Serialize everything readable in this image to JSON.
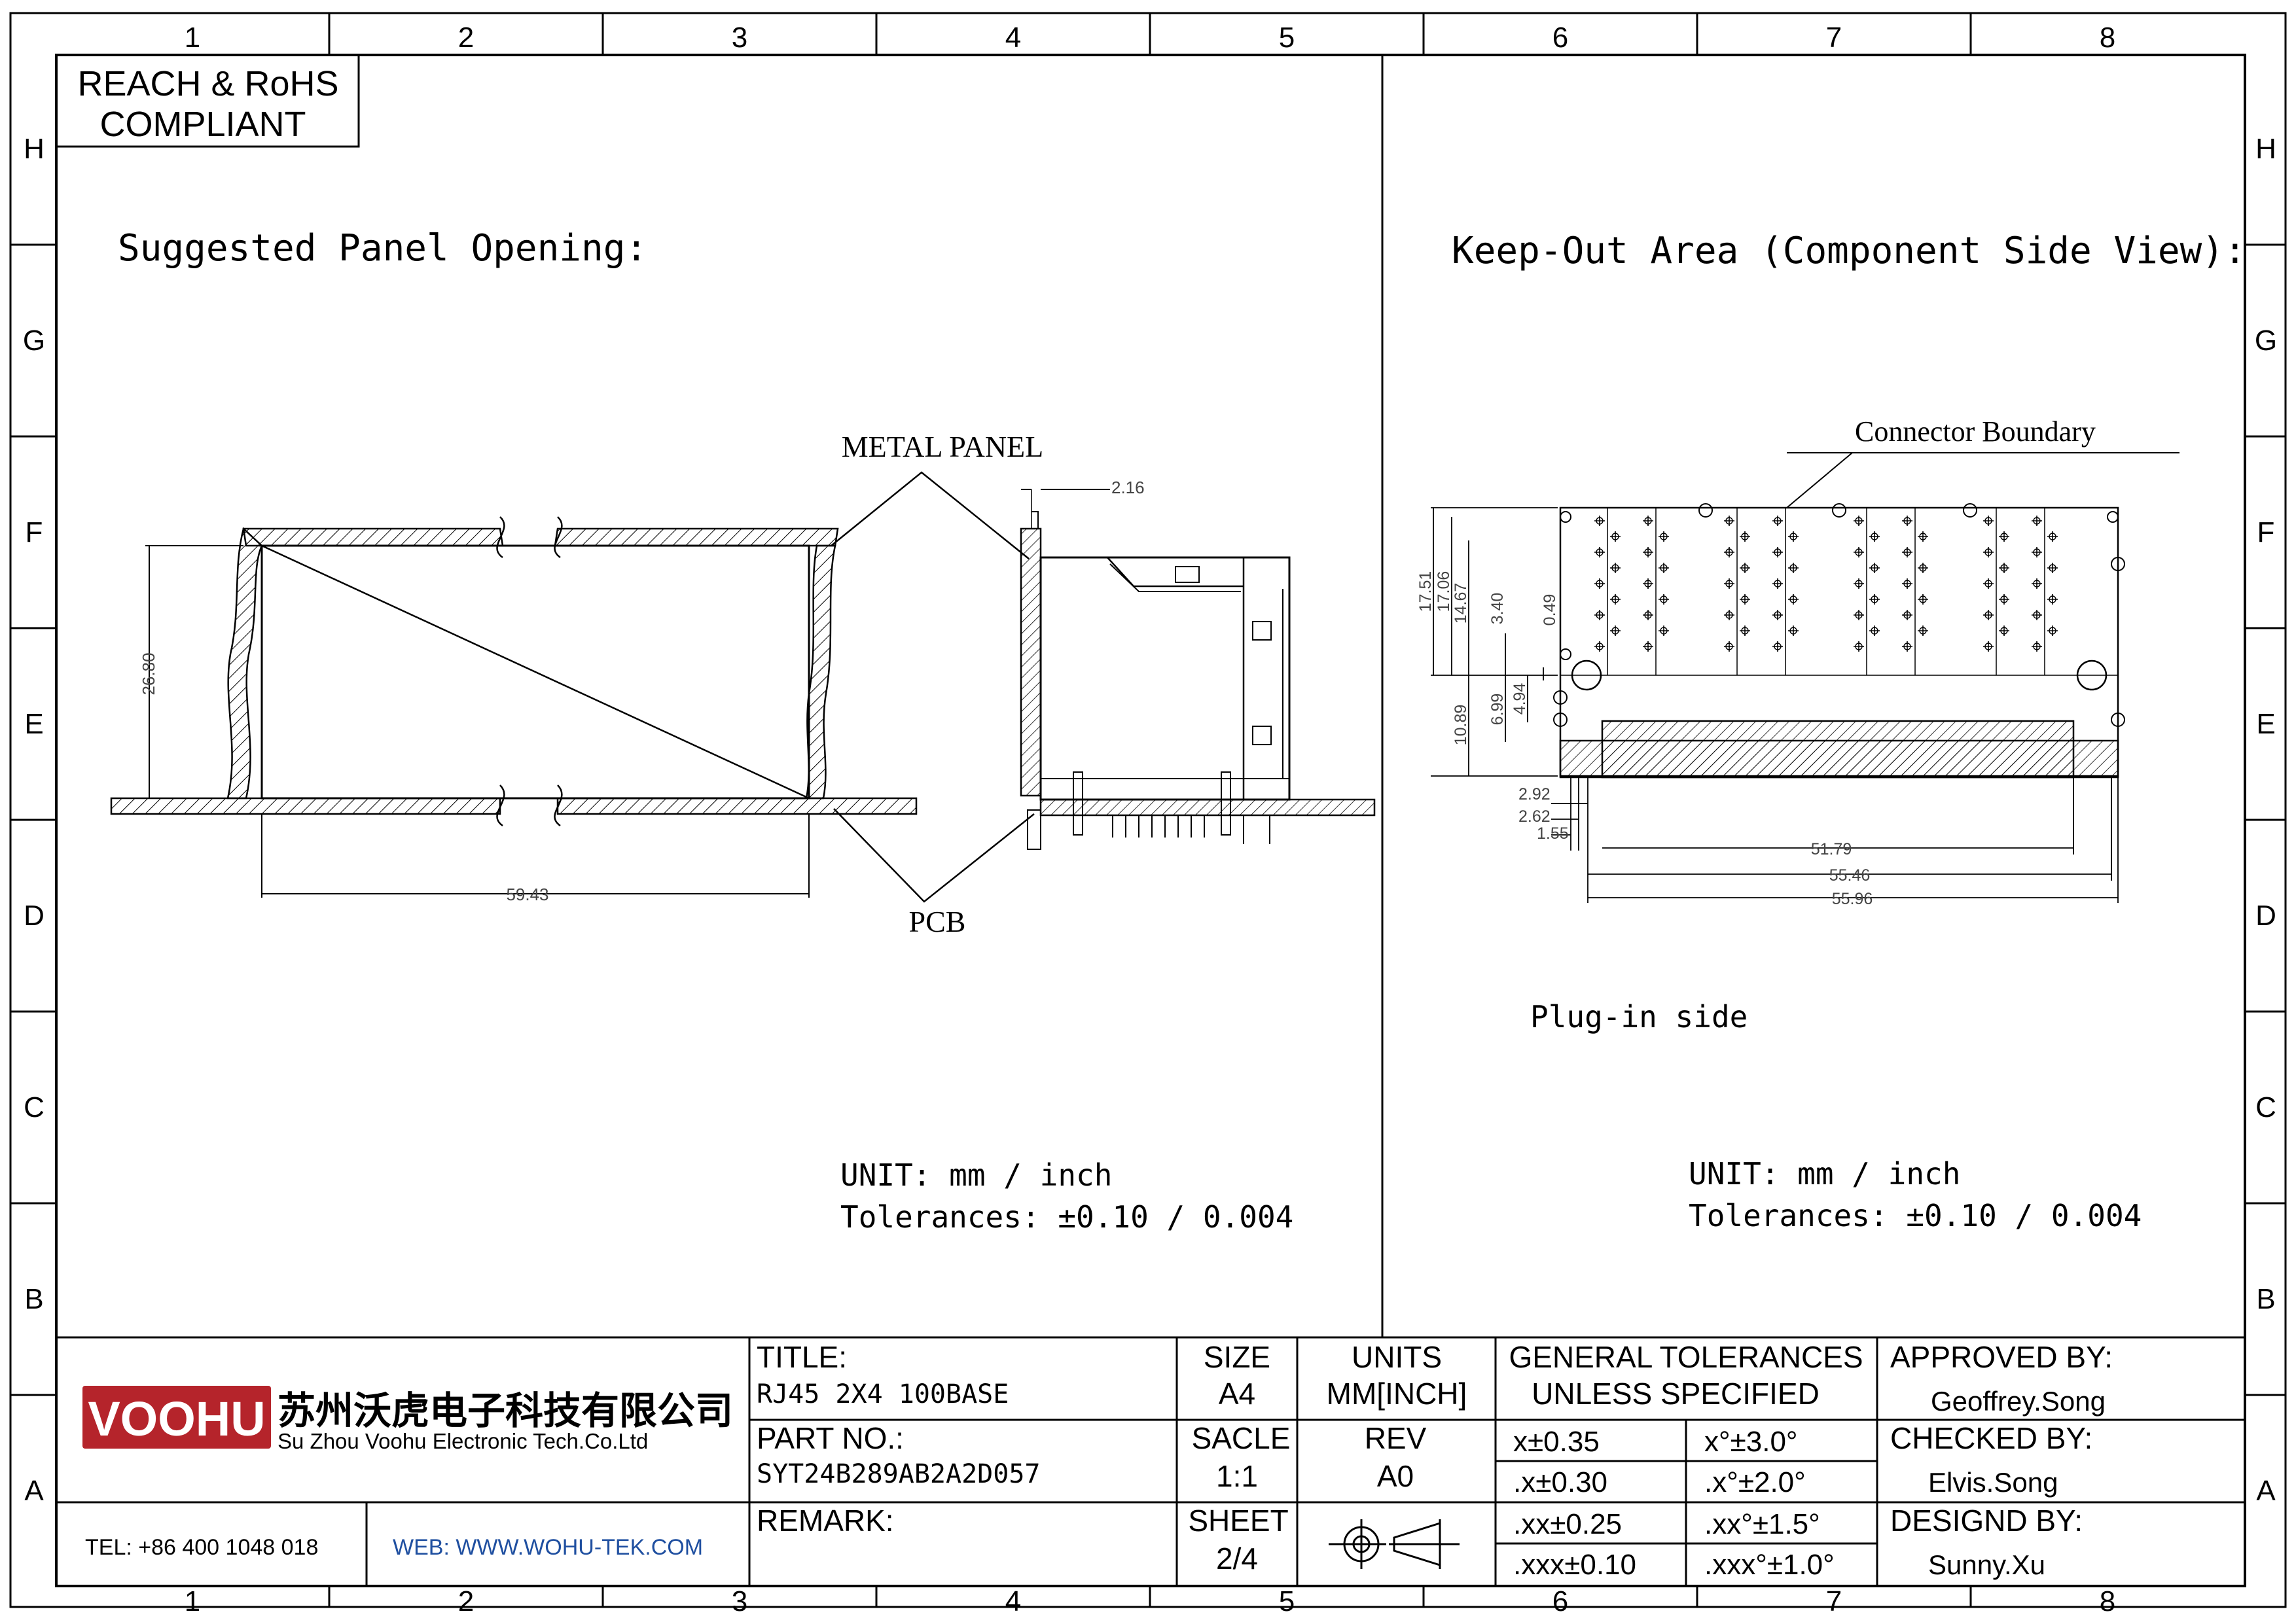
{
  "grid": {
    "columns": [
      "1",
      "2",
      "3",
      "4",
      "5",
      "6",
      "7",
      "8"
    ],
    "rows": [
      "H",
      "G",
      "F",
      "E",
      "D",
      "C",
      "B",
      "A"
    ]
  },
  "compliance": {
    "line1": "REACH & RoHS",
    "line2": "COMPLIANT"
  },
  "left_view": {
    "heading": "Suggested Panel Opening:",
    "metal_panel_label": "METAL PANEL",
    "pcb_label": "PCB",
    "dim_thickness": "2.16",
    "dim_height": "26.80",
    "dim_width": "59.43",
    "unit_line": "UNIT: mm / inch",
    "tolerance_line": "Tolerances: ±0.10 / 0.004"
  },
  "right_view": {
    "heading": "Keep-Out Area (Component Side View):",
    "boundary_label": "Connector Boundary",
    "plugin_label": "Plug-in side",
    "vertical_dims": [
      "17.51",
      "17.06",
      "14.67",
      "3.40",
      "0.49",
      "10.89",
      "6.99",
      "4.94"
    ],
    "left_dims": [
      "2.92",
      "2.62",
      "1.55"
    ],
    "bottom_dims": [
      "51.79",
      "55.46",
      "55.96"
    ],
    "unit_line": "UNIT: mm / inch",
    "tolerance_line": "Tolerances: ±0.10 / 0.004"
  },
  "title_block": {
    "logo": "VOOHU",
    "company_cn": "苏州沃虎电子科技有限公司",
    "company_en": "Su Zhou Voohu Electronic Tech.Co.Ltd",
    "tel": "TEL: +86 400 1048 018",
    "web": "WEB: WWW.WOHU-TEK.COM",
    "title_label": "TITLE:",
    "title_value": "RJ45 2X4 100BASE",
    "part_label": "PART NO.:",
    "part_value": "SYT24B289AB2A2D057",
    "remark_label": "REMARK:",
    "size_label": "SIZE",
    "size_value": "A4",
    "scale_label": "SACLE",
    "scale_value": "1:1",
    "sheet_label": "SHEET",
    "sheet_value": "2/4",
    "units_label": "UNITS",
    "units_value": "MM[INCH]",
    "rev_label": "REV",
    "rev_value": "A0",
    "gt_line1": "GENERAL TOLERANCES",
    "gt_line2": "UNLESS SPECIFIED",
    "tolerances": [
      [
        "x±0.35",
        "x°±3.0°"
      ],
      [
        ".x±0.30",
        ".x°±2.0°"
      ],
      [
        ".xx±0.25",
        ".xx°±1.5°"
      ],
      [
        ".xxx±0.10",
        ".xxx°±1.0°"
      ]
    ],
    "approved_label": "APPROVED BY:",
    "approved_value": "Geoffrey.Song",
    "checked_label": "CHECKED BY:",
    "checked_value": "Elvis.Song",
    "designed_label": "DESIGND BY:",
    "designed_value": "Sunny.Xu"
  },
  "colors": {
    "logo_red": "#b5242b",
    "web_blue": "#1f4fa0"
  }
}
